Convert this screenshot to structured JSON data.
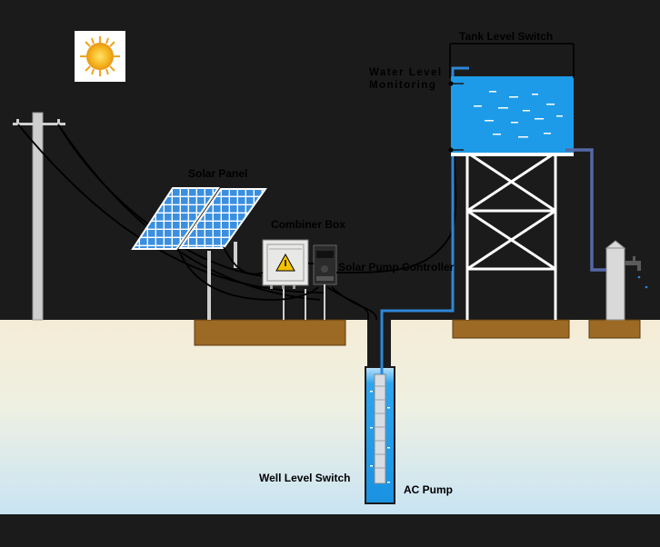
{
  "labels": {
    "tank_level_switch": "Tank Level Switch",
    "water_level_line1": "Water Level",
    "water_level_line2": "Monitoring",
    "solar_panel": "Solar Panel",
    "combiner_box": "Combiner Box",
    "solar_pump_controller": "Solar Pump Controller",
    "well_level_switch": "Well Level Switch",
    "ac_pump": "AC Pump"
  },
  "icons": [
    "sun-icon",
    "warning-icon",
    "faucet-icon"
  ],
  "colors": {
    "sky": "#1b1b1b",
    "ground_top": "#f4ecd7",
    "ground_bottom": "#cfe6f4",
    "water": "#1e9be8",
    "pipe": "#5468a6",
    "foundation": "#9c6a24",
    "panel_cell": "#3b8fe0",
    "tower": "#ffffff"
  }
}
